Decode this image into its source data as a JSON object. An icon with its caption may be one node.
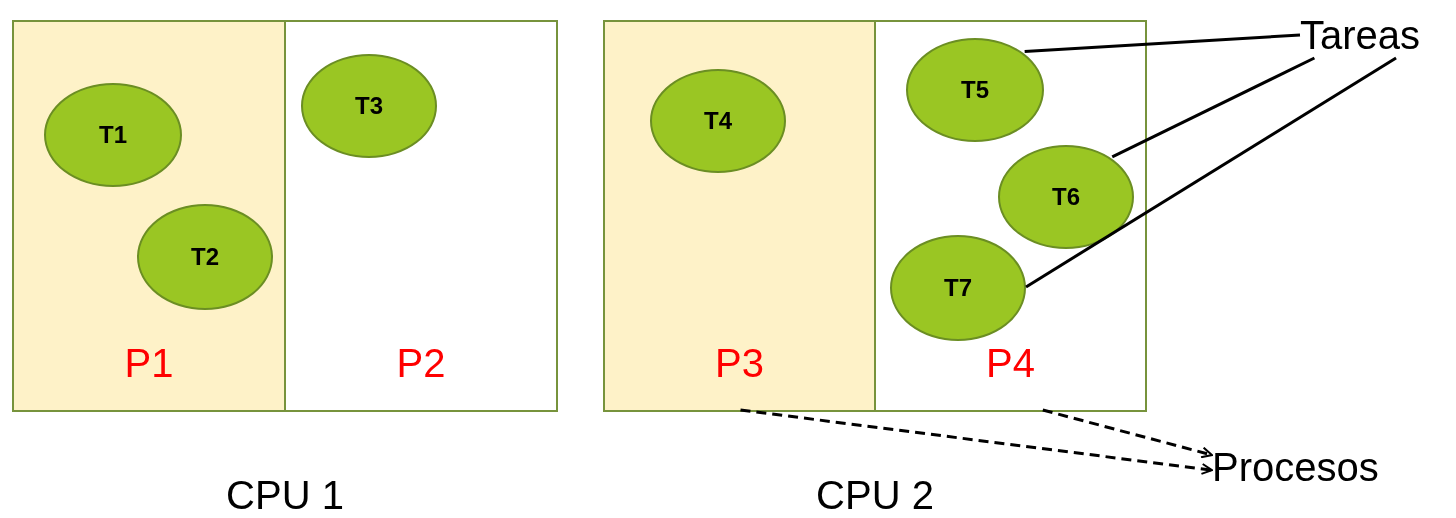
{
  "diagram": {
    "nodes": [
      {
        "text": [
          "CPU 1"
        ]
      },
      {
        "text": [
          "P1"
        ],
        "in": 0
      },
      {
        "text": [
          "T1"
        ],
        "in": 1
      },
      {
        "text": [
          "T2"
        ],
        "in": 1
      },
      {
        "text": [
          "P2"
        ],
        "in": 0
      },
      {
        "text": [
          "T3"
        ],
        "in": 4
      },
      {
        "text": [
          "CPU 2"
        ]
      },
      {
        "text": [
          "P3"
        ],
        "in": 6
      },
      {
        "text": [
          "T4"
        ],
        "in": 7
      },
      {
        "text": [
          "P4"
        ],
        "in": 6
      },
      {
        "text": [
          "T5"
        ],
        "in": 9
      },
      {
        "text": [
          "T6"
        ],
        "in": 9
      },
      {
        "text": [
          "T7"
        ],
        "in": 9
      },
      {
        "text": [
          "Tareas"
        ]
      },
      {
        "text": [
          "Procesos"
        ]
      }
    ],
    "edges": [
      {
        "from": 13,
        "to": 10,
        "arrow": "none"
      },
      {
        "from": 13,
        "to": 11,
        "arrow": "none"
      },
      {
        "from": 13,
        "to": 12,
        "arrow": "none"
      },
      {
        "from": 7,
        "to": 14,
        "arrow": "to",
        "style": "dashed"
      },
      {
        "from": 9,
        "to": 14,
        "arrow": "to",
        "style": "dashed"
      }
    ]
  }
}
